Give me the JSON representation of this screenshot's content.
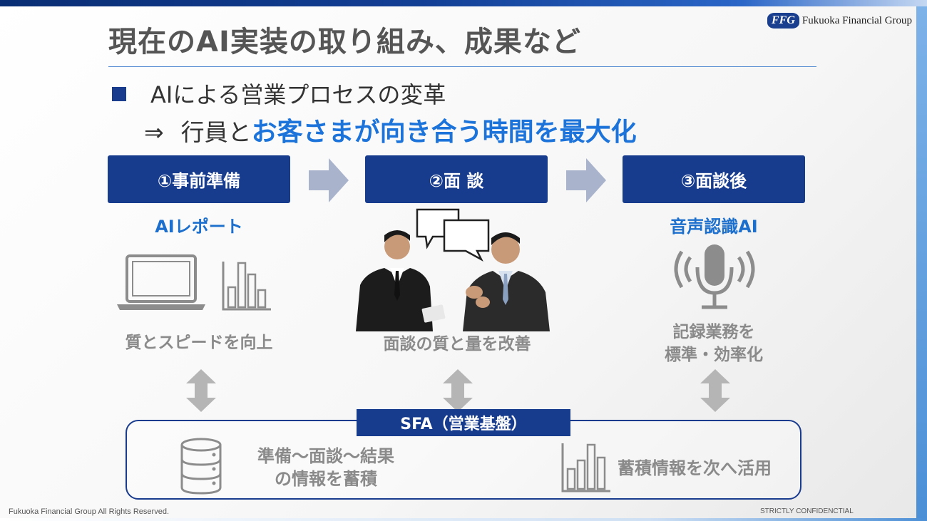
{
  "page": {
    "title": "現在のAI実装の取り組み、成果など",
    "logo_mark": "FFG",
    "logo_text": "Fukuoka Financial Group"
  },
  "headline": {
    "bullet": "AIによる営業プロセスの変革",
    "arrow": "⇒",
    "lead": "行員と",
    "emphasis": "お客さまが向き合う時間を最大化"
  },
  "steps": [
    {
      "label": "①事前準備",
      "tool": "AIレポート",
      "caption": "質とスピードを向上"
    },
    {
      "label": "②面 談",
      "caption": "面談の質と量を改善"
    },
    {
      "label": "③面談後",
      "tool": "音声認識AI",
      "caption_lines": [
        "記録業務を",
        "標準・効率化"
      ]
    }
  ],
  "sfa": {
    "label": "SFA（営業基盤）",
    "left_lines": [
      "準備～面談～結果",
      "の情報を蓄積"
    ],
    "right_text": "蓄積情報を次へ活用"
  },
  "footer": {
    "left": "Fukuoka Financial Group  All Rights Reserved.",
    "right": "STRICTLY CONFIDENCTIAL"
  },
  "colors": {
    "navy": "#173c8e",
    "accent_blue": "#1c73d9",
    "gray_text": "#8a8a8a",
    "icon_gray": "#8c8c8c",
    "arrow_fill": "#a9b4cc"
  },
  "icons": [
    "laptop-icon",
    "bar-chart-icon",
    "microphone-icon",
    "database-icon",
    "speech-bubble-icon",
    "double-arrow-icon",
    "right-arrow-icon"
  ]
}
